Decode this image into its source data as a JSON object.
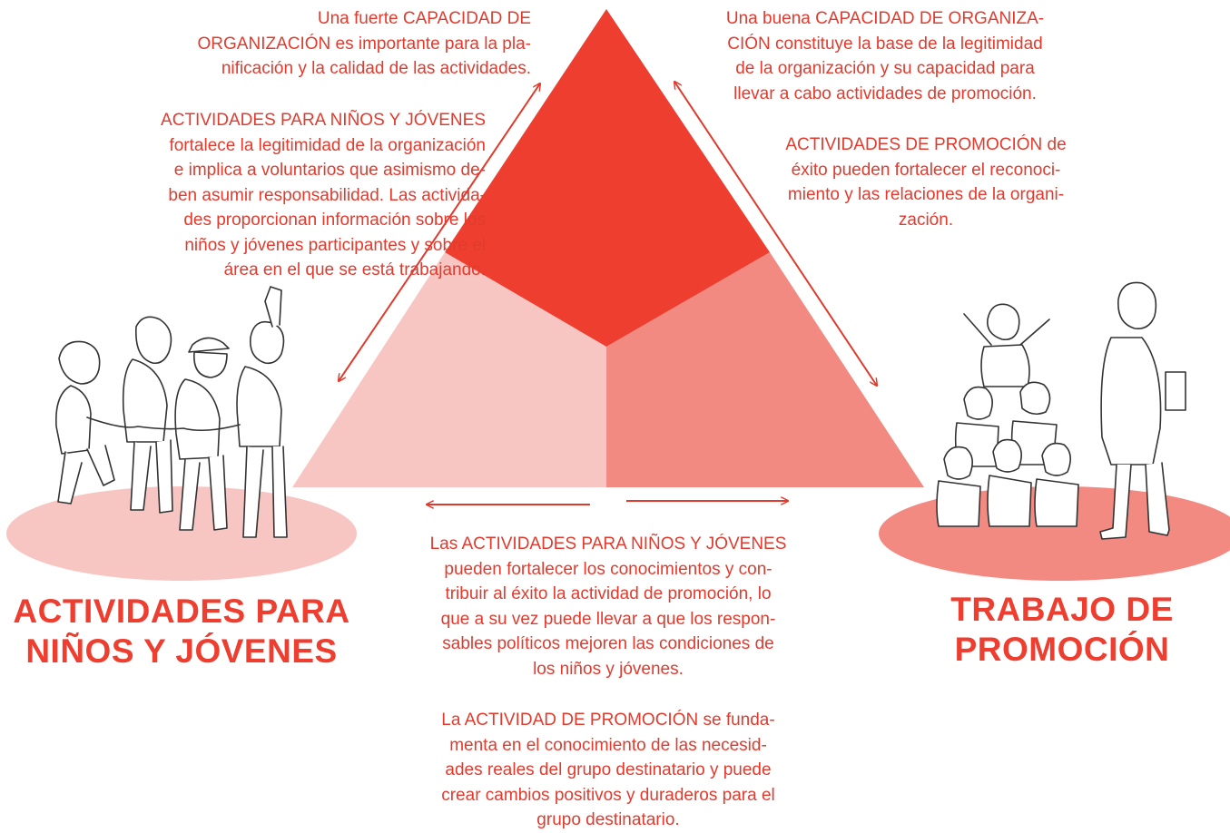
{
  "colors": {
    "top_segment": "#ee3e2f",
    "left_segment": "#f8c6c2",
    "right_segment": "#f28a82",
    "arrow": "#e03a2c",
    "text": "#e23b2e",
    "left_ellipse": "#f8c6c2",
    "right_ellipse": "#f28a82"
  },
  "texts": {
    "top_left": "Una fuerte CAPACIDAD DE\nORGANIZACIÓN es importante para la pla-\nnificación y la calidad de las actividades.",
    "top_right": "Una buena CAPACIDAD DE ORGANIZA-\nCIÓN constituye la base de la legitimidad\nde la organización y su capacidad para\nllevar a cabo actividades de promoción.",
    "mid_left": "ACTIVIDADES PARA NIÑOS Y JÓVENES\nfortalece la legitimidad de la organización\ne implica a voluntarios que asimismo de-\nben asumir responsabilidad. Las activida-\ndes proporcionan información sobre los\nniños y jóvenes participantes y sobre el\nárea en el que se está trabajando.",
    "mid_right": "ACTIVIDADES DE PROMOCIÓN de\néxito pueden fortalecer el reconoci-\nmiento y las relaciones de la organi-\nzación.",
    "bottom_1": "Las ACTIVIDADES PARA NIÑOS Y JÓVENES\npueden fortalecer los conocimientos y con-\ntribuir al éxito la actividad de promoción, lo\nque a su vez puede llevar a que los respon-\nsables políticos mejoren las condiciones de\nlos niños y jóvenes.",
    "bottom_2": "La ACTIVIDAD DE PROMOCIÓN se funda-\nmenta en el conocimiento de las necesid-\nades reales del grupo destinatario y puede\ncrear cambios positivos y duraderos para el\ngrupo destinatario."
  },
  "labels": {
    "left": "ACTIVIDADES PARA\nNIÑOS Y JÓVENES",
    "right": "TRABAJO DE\nPROMOCIÓN"
  },
  "illustrations": {
    "left": "group-of-four-young-people-holding-hands",
    "right": "children-human-pyramid-and-adult"
  }
}
